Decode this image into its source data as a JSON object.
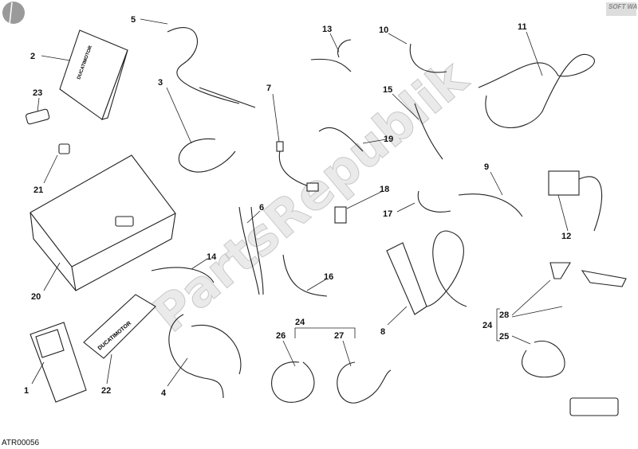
{
  "diagram_code": "ATR00056",
  "watermark": "PartsRepublik",
  "logos": {
    "softway": "SOFT WAY",
    "ducati": "DUCATIMOTOR"
  },
  "labels": {
    "l1": "1",
    "l2": "2",
    "l3": "3",
    "l4": "4",
    "l5": "5",
    "l6": "6",
    "l7": "7",
    "l8": "8",
    "l9": "9",
    "l10": "10",
    "l11": "11",
    "l12": "12",
    "l13": "13",
    "l14": "14",
    "l15": "15",
    "l16": "16",
    "l17": "17",
    "l18": "18",
    "l19": "19",
    "l20": "20",
    "l21": "21",
    "l22": "22",
    "l23": "23",
    "l24a": "24",
    "l24b": "24",
    "l25": "25",
    "l26": "26",
    "l27": "27",
    "l28": "28"
  },
  "colors": {
    "line": "#222222",
    "watermark": "#d0d0d0",
    "logo": "#9a9a9a"
  }
}
